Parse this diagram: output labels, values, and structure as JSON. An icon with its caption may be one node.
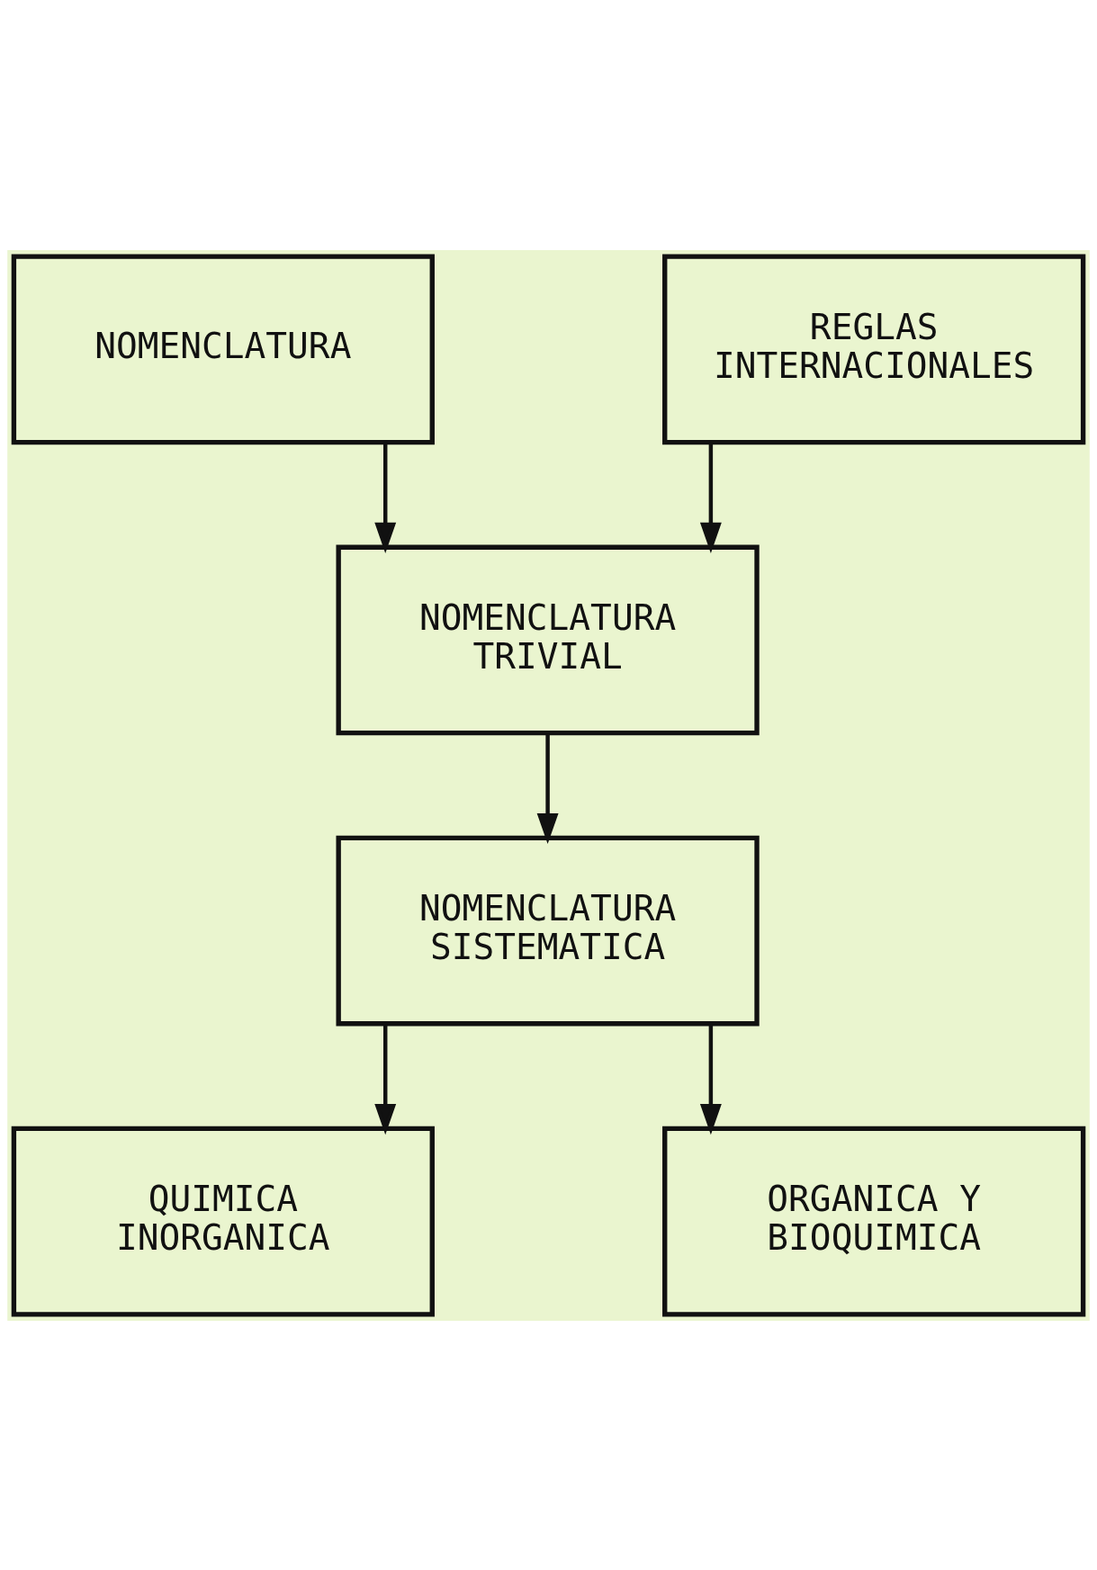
{
  "diagram": {
    "nodes": [
      {
        "text": [
          "NOMENCLATURA"
        ]
      },
      {
        "text": [
          "REGLAS INTERNACIONALES"
        ]
      },
      {
        "text": [
          "NOMENCLATURA TRIVIAL"
        ]
      },
      {
        "text": [
          "NOMENCLATURA SISTEMATICA"
        ]
      },
      {
        "text": [
          "QUIMICA INORGANICA"
        ]
      },
      {
        "text": [
          "ORGANICA Y BIOQUIMICA"
        ]
      }
    ],
    "edges": [
      {
        "from": 0,
        "to": 2,
        "arrow": "to"
      },
      {
        "from": 1,
        "to": 2,
        "arrow": "to"
      },
      {
        "from": 2,
        "to": 3,
        "arrow": "to"
      },
      {
        "from": 3,
        "to": 4,
        "arrow": "to"
      },
      {
        "from": 3,
        "to": 5,
        "arrow": "to"
      }
    ]
  }
}
